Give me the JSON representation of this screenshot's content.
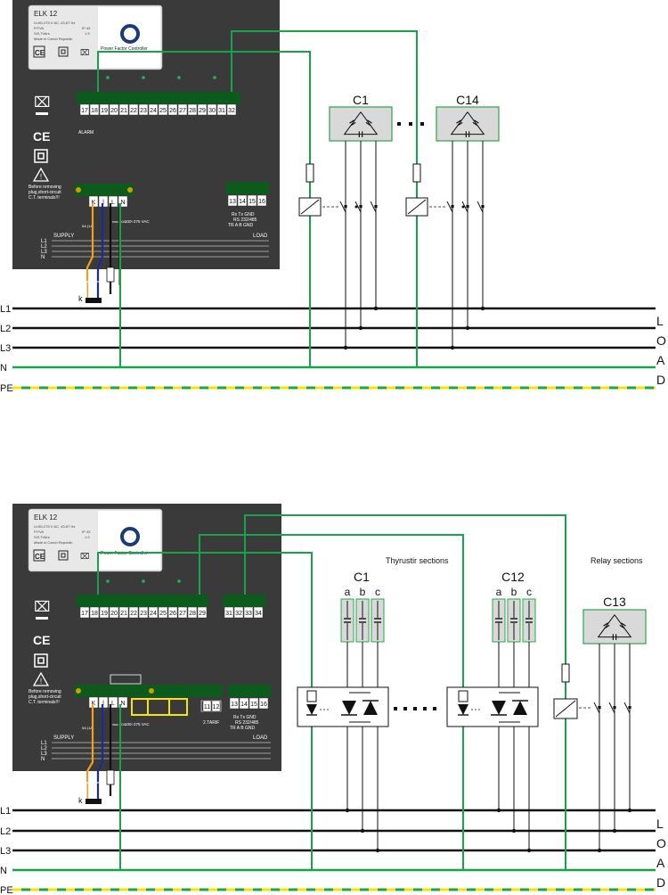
{
  "colors": {
    "panel": "#3a3a3a",
    "green_wire": "#16a34a",
    "black_wire": "#111111",
    "pe_green": "#22a447",
    "pe_yellow": "#f2e600",
    "cap_box_fill": "#d9d9d9",
    "cap_box_border": "#27a84a",
    "terminal_block": "#0c5a1c",
    "ct_orange": "#f0a020",
    "ct_blue": "#1a2a9a",
    "yellow_link": "#f7e600"
  },
  "diagram1": {
    "device": {
      "model": "ELK 12",
      "spec_lines": [
        "U=80-275 V AC, 43-67 Hz",
        "P/7VA",
        "S/0,7VArs",
        "Made in Czech Republic"
      ],
      "spec_right": [
        "IP 4X",
        "1.9"
      ],
      "brand": "Power Factor Controller",
      "warning": [
        "Before removing",
        "plug,short-circuit",
        "C.T. terminals!!!"
      ],
      "alarm_label": "ALARM",
      "output_terminals": [
        "17",
        "18",
        "19",
        "20",
        "21",
        "22",
        "23",
        "24",
        "25",
        "26",
        "27",
        "28",
        "29",
        "30",
        "31",
        "32"
      ],
      "input_terminals": [
        "K",
        "l",
        "L",
        "N"
      ],
      "comm_terminals": [
        "13",
        "14",
        "15",
        "16"
      ],
      "comm_label_line1": "Rx  Tx GND",
      "comm_label_line2": "RS  232/485",
      "comm_label_line3": "TR  A   B  GND",
      "fuse1": "5A (1A)",
      "fuse2": "max. 20A",
      "voltage_label": "100÷275 VAC",
      "supply_label": "SUPPLY",
      "load_label": "LOAD",
      "panel_phase_labels": [
        "L1",
        "L2",
        "L3",
        "N"
      ],
      "k_label": "k"
    },
    "capacitors": [
      "C1",
      "C14"
    ],
    "bus_labels": [
      "L1",
      "L2",
      "L3",
      "N",
      "PE"
    ],
    "load_letters": [
      "L",
      "O",
      "A",
      "D"
    ]
  },
  "diagram2": {
    "device": {
      "model": "ELK 12",
      "spec_lines": [
        "U=80-275 V AC, 43-67 Hz",
        "P/7VA",
        "S/0,7VArs",
        "Made in Czech Republic"
      ],
      "spec_right": [
        "IP 4X",
        "1.9"
      ],
      "brand": "Power Factor Controller",
      "warning": [
        "Before removing",
        "plug,short-circuit",
        "C.T. terminals!!!"
      ],
      "output_terminals": [
        "17",
        "18",
        "19",
        "20",
        "21",
        "22",
        "23",
        "24",
        "25",
        "26",
        "27",
        "28",
        "29"
      ],
      "relay_terminals": [
        "31",
        "32",
        "33",
        "34"
      ],
      "input_terminals": [
        "K",
        "l",
        "L",
        "N"
      ],
      "tarif_terminals": [
        "11",
        "12"
      ],
      "tarif_label": "2.TARIF",
      "comm_terminals": [
        "13",
        "14",
        "15",
        "16"
      ],
      "comm_label_line1": "Rx  Tx GND",
      "comm_label_line2": "RS  232/485",
      "comm_label_line3": "TR  A   B  GND",
      "fuse1": "5A (1A)",
      "fuse2": "max. 20A",
      "voltage_label": "100÷275 VAC",
      "supply_label": "SUPPLY",
      "load_label": "LOAD",
      "panel_phase_labels": [
        "L1",
        "L2",
        "L3",
        "N"
      ],
      "k_label": "k"
    },
    "thyristor_title": "Thyrustir sections",
    "relay_title": "Relay sections",
    "thyristor_caps": [
      "C1",
      "C12"
    ],
    "phase_letters": [
      "a",
      "b",
      "c"
    ],
    "relay_cap": "C13",
    "bus_labels": [
      "L1",
      "L2",
      "L3",
      "N",
      "PE"
    ],
    "load_letters": [
      "L",
      "O",
      "A",
      "D"
    ]
  }
}
